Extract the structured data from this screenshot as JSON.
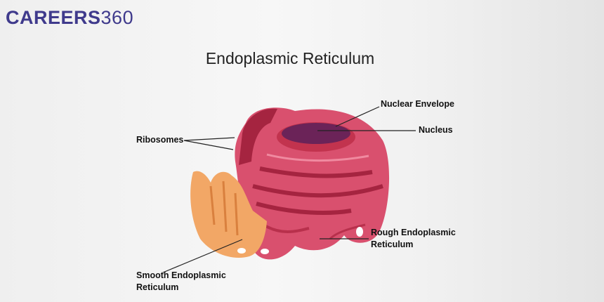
{
  "logo": {
    "brand": "CAREERS",
    "number": "360"
  },
  "title": "Endoplasmic Reticulum",
  "labels": {
    "nuclear_envelope": "Nuclear Envelope",
    "nucleus": "Nucleus",
    "ribosomes": "Ribosomes",
    "rough_er_line1": "Rough Endoplasmic",
    "rough_er_line2": "Reticulum",
    "smooth_er_line1": "Smooth Endoplasmic",
    "smooth_er_line2": "Reticulum"
  },
  "colors": {
    "brand": "#3f3a8c",
    "rough_er": "#d9506e",
    "smooth_er": "#f2a766",
    "nucleus": "#6b2358"
  }
}
